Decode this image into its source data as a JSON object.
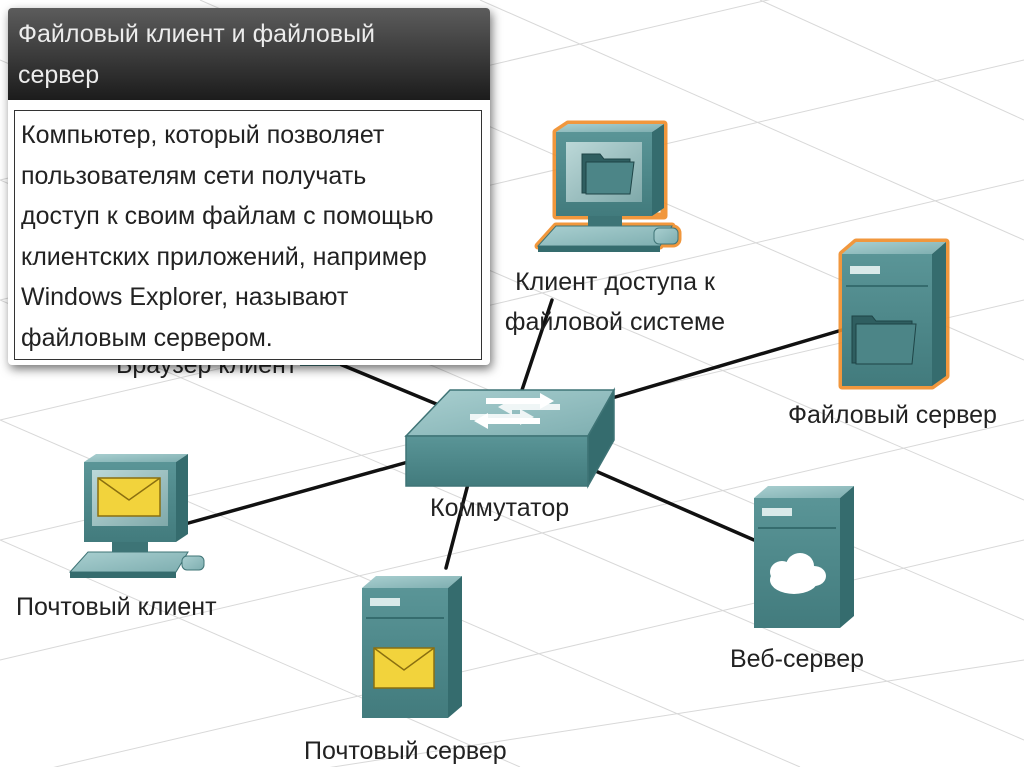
{
  "popup": {
    "title": "Файловый клиент и файловый сервер",
    "description_lines": [
      "Компьютер, который позволяет",
      "пользователям сети получать",
      "доступ к своим файлам с помощью",
      "клиентских приложений, например",
      "Windows Explorer, называют",
      "файловым сервером."
    ]
  },
  "nodes": {
    "switch": {
      "label": "Коммутатор",
      "icon": "switch-icon"
    },
    "file_client": {
      "label_lines": [
        "Клиент доступа к",
        "файловой системе"
      ],
      "icon": "computer-folder-icon",
      "highlighted": true
    },
    "file_server": {
      "label": "Файловый сервер",
      "icon": "server-folder-icon",
      "highlighted": true
    },
    "mail_client": {
      "label": "Почтовый клиент",
      "icon": "computer-envelope-icon"
    },
    "mail_server": {
      "label": "Почтовый сервер",
      "icon": "server-envelope-icon"
    },
    "web_server": {
      "label": "Веб-сервер",
      "icon": "server-cloud-icon"
    },
    "browser_client": {
      "label_partial": "Браузер клиент",
      "icon": "computer-icon"
    }
  },
  "colors": {
    "device_face": "#4f8a8c",
    "device_top": "#8fbbbc",
    "device_side": "#2f6466",
    "highlight": "#f08c28",
    "envelope": "#f2d33c",
    "link": "#111111",
    "popup_header": "#2a2a2a"
  }
}
